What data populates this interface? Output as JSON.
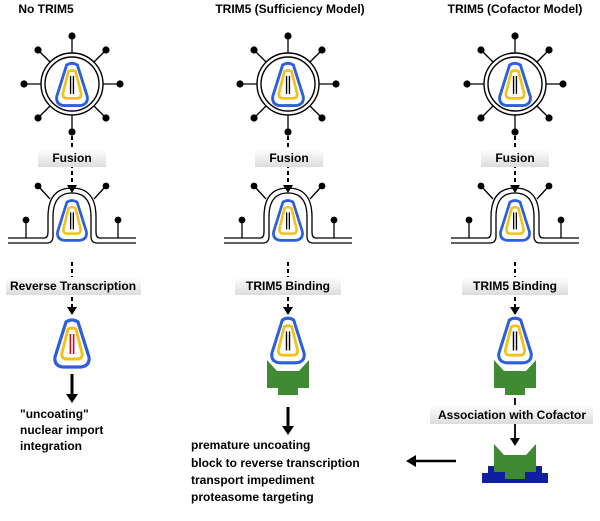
{
  "columns": [
    {
      "header": "No TRIM5",
      "step1": "Fusion",
      "step2": "Reverse Transcription",
      "outcomes": [
        "\"uncoating\"",
        "nuclear import",
        "integration"
      ]
    },
    {
      "header": "TRIM5 (Sufficiency Model)",
      "step1": "Fusion",
      "step2": "TRIM5 Binding"
    },
    {
      "header": "TRIM5 (Cofactor Model)",
      "step1": "Fusion",
      "step2": "TRIM5 Binding",
      "step3": "Association with Cofactor"
    }
  ],
  "shared_outcomes": [
    "premature uncoating",
    "block to reverse transcription",
    "transport impediment",
    "proteasome targeting"
  ],
  "colors": {
    "capsid_outer": "#2d5fdc",
    "capsid_inner": "#f2c21b",
    "genome_normal": "#000000",
    "genome_reverse_transcribed": "#c0121c",
    "trim5": "#3f8a32",
    "cofactor": "#0f1fa0",
    "label_box": "#e9e9e9"
  }
}
